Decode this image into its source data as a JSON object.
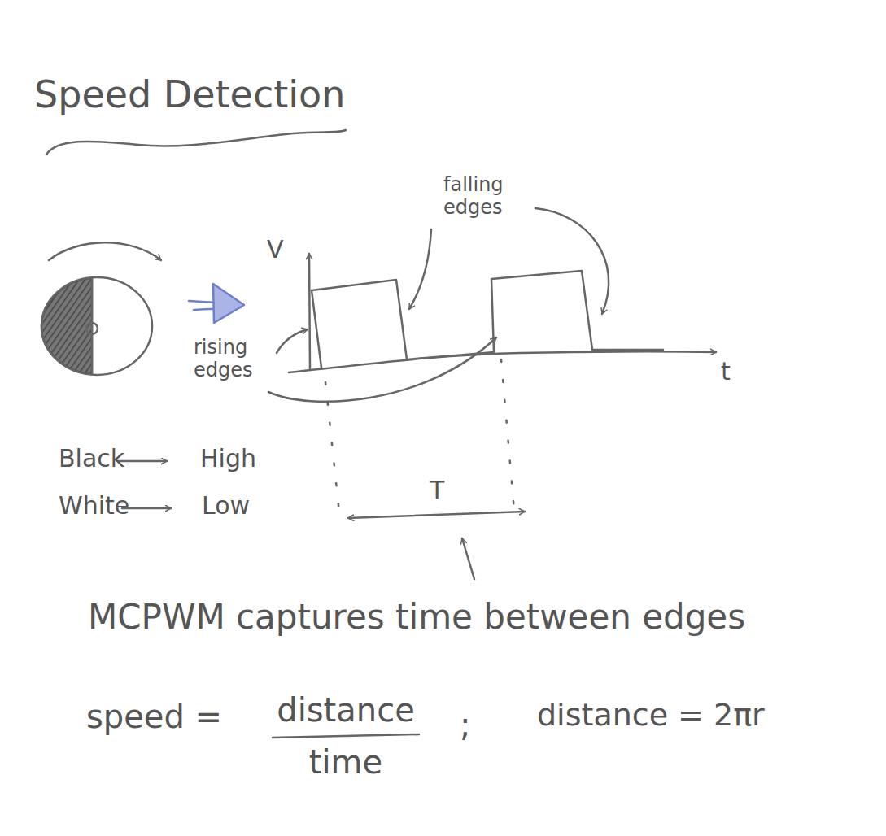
{
  "diagram": {
    "title": "Speed Detection",
    "labels": [
      "V",
      "falling edges",
      "rising edges",
      "t",
      "Black",
      "High",
      "White",
      "Low",
      "T",
      "MCPWM captures time between edges",
      "speed =",
      "distance",
      "time",
      ";",
      "distance = 2πr"
    ]
  }
}
